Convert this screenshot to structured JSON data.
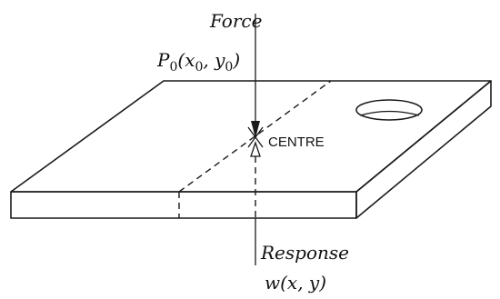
{
  "labels": {
    "force": "Force",
    "force_symbol": "P",
    "force_subscript": "0",
    "force_args_open": "(x",
    "force_args_sub1": "0",
    "force_args_mid": ", y",
    "force_args_sub2": "0",
    "force_args_close": ")",
    "centre": "CENTRE",
    "response": "Response",
    "response_expr": "w(x, y)"
  }
}
